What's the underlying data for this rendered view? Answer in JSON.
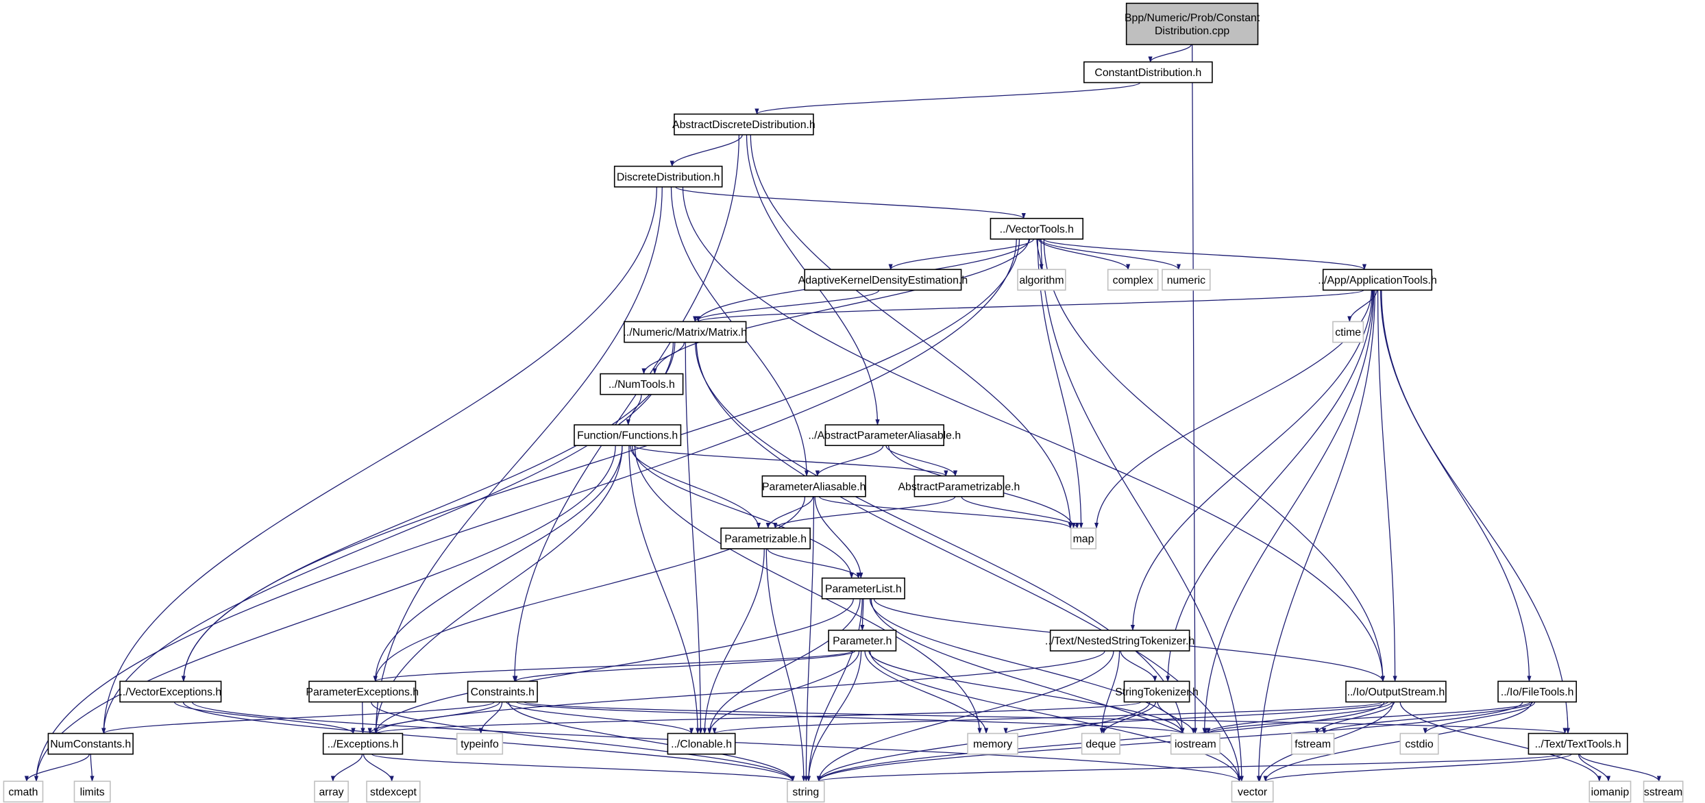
{
  "colors": {
    "edge": "#191970",
    "root_fill": "#bfbfbf",
    "system_border": "#bfbfbf",
    "node_border": "#000000"
  },
  "nodes": [
    {
      "id": "cpp",
      "label": "Bpp/Numeric/Prob/Constant\nDistribution.cpp",
      "kind": "root"
    },
    {
      "id": "constdist",
      "label": "ConstantDistribution.h",
      "kind": "file"
    },
    {
      "id": "absdd",
      "label": "AbstractDiscreteDistribution.h",
      "kind": "file"
    },
    {
      "id": "dd",
      "label": "DiscreteDistribution.h",
      "kind": "file"
    },
    {
      "id": "vectortools",
      "label": "../VectorTools.h",
      "kind": "file"
    },
    {
      "id": "akde",
      "label": "AdaptiveKernelDensityEstimation.h",
      "kind": "file"
    },
    {
      "id": "algorithm",
      "label": "algorithm",
      "kind": "system"
    },
    {
      "id": "complex",
      "label": "complex",
      "kind": "system"
    },
    {
      "id": "numeric",
      "label": "numeric",
      "kind": "system"
    },
    {
      "id": "apptools",
      "label": "../App/ApplicationTools.h",
      "kind": "file"
    },
    {
      "id": "ctime",
      "label": "ctime",
      "kind": "system"
    },
    {
      "id": "matrix",
      "label": "../Numeric/Matrix/Matrix.h",
      "kind": "file"
    },
    {
      "id": "numtools",
      "label": "../NumTools.h",
      "kind": "file"
    },
    {
      "id": "functions",
      "label": "Function/Functions.h",
      "kind": "file"
    },
    {
      "id": "abspa",
      "label": "../AbstractParameterAliasable.h",
      "kind": "file"
    },
    {
      "id": "pa",
      "label": "ParameterAliasable.h",
      "kind": "file"
    },
    {
      "id": "absp",
      "label": "AbstractParametrizable.h",
      "kind": "file"
    },
    {
      "id": "map",
      "label": "map",
      "kind": "system"
    },
    {
      "id": "parametrizable",
      "label": "Parametrizable.h",
      "kind": "file"
    },
    {
      "id": "paramlist",
      "label": "ParameterList.h",
      "kind": "file"
    },
    {
      "id": "parameter",
      "label": "Parameter.h",
      "kind": "file"
    },
    {
      "id": "nst",
      "label": "../Text/NestedStringTokenizer.h",
      "kind": "file"
    },
    {
      "id": "paramexc",
      "label": "ParameterExceptions.h",
      "kind": "file"
    },
    {
      "id": "constraints",
      "label": "Constraints.h",
      "kind": "file"
    },
    {
      "id": "vecexc",
      "label": "../VectorExceptions.h",
      "kind": "file"
    },
    {
      "id": "st",
      "label": "StringTokenizer.h",
      "kind": "file"
    },
    {
      "id": "outstream",
      "label": "../Io/OutputStream.h",
      "kind": "file"
    },
    {
      "id": "filetools",
      "label": "../Io/FileTools.h",
      "kind": "file"
    },
    {
      "id": "numconst",
      "label": "NumConstants.h",
      "kind": "file"
    },
    {
      "id": "exceptions",
      "label": "../Exceptions.h",
      "kind": "file"
    },
    {
      "id": "typeinfo",
      "label": "typeinfo",
      "kind": "system"
    },
    {
      "id": "clonable",
      "label": "../Clonable.h",
      "kind": "file"
    },
    {
      "id": "memory",
      "label": "memory",
      "kind": "system"
    },
    {
      "id": "deque",
      "label": "deque",
      "kind": "system"
    },
    {
      "id": "iostream",
      "label": "iostream",
      "kind": "system"
    },
    {
      "id": "fstream",
      "label": "fstream",
      "kind": "system"
    },
    {
      "id": "cstdio",
      "label": "cstdio",
      "kind": "system"
    },
    {
      "id": "texttools",
      "label": "../Text/TextTools.h",
      "kind": "file"
    },
    {
      "id": "cmath",
      "label": "cmath",
      "kind": "system"
    },
    {
      "id": "limits",
      "label": "limits",
      "kind": "system"
    },
    {
      "id": "array",
      "label": "array",
      "kind": "system"
    },
    {
      "id": "stdexcept",
      "label": "stdexcept",
      "kind": "system"
    },
    {
      "id": "string",
      "label": "string",
      "kind": "system"
    },
    {
      "id": "vector",
      "label": "vector",
      "kind": "system"
    },
    {
      "id": "iomanip",
      "label": "iomanip",
      "kind": "system"
    },
    {
      "id": "sstream",
      "label": "sstream",
      "kind": "system"
    }
  ],
  "edges": [
    [
      "cpp",
      "constdist"
    ],
    [
      "cpp",
      "iostream"
    ],
    [
      "constdist",
      "absdd"
    ],
    [
      "absdd",
      "dd"
    ],
    [
      "absdd",
      "constraints"
    ],
    [
      "absdd",
      "abspa"
    ],
    [
      "absdd",
      "map"
    ],
    [
      "dd",
      "vectortools"
    ],
    [
      "dd",
      "numconst"
    ],
    [
      "dd",
      "exceptions"
    ],
    [
      "dd",
      "pa"
    ],
    [
      "dd",
      "outstream"
    ],
    [
      "vectortools",
      "akde"
    ],
    [
      "vectortools",
      "algorithm"
    ],
    [
      "vectortools",
      "complex"
    ],
    [
      "vectortools",
      "numeric"
    ],
    [
      "vectortools",
      "apptools"
    ],
    [
      "vectortools",
      "matrix"
    ],
    [
      "vectortools",
      "numtools"
    ],
    [
      "vectortools",
      "map"
    ],
    [
      "vectortools",
      "cmath"
    ],
    [
      "vectortools",
      "vecexc"
    ],
    [
      "vectortools",
      "outstream"
    ],
    [
      "vectortools",
      "vector"
    ],
    [
      "akde",
      "matrix"
    ],
    [
      "apptools",
      "matrix"
    ],
    [
      "apptools",
      "ctime"
    ],
    [
      "apptools",
      "map"
    ],
    [
      "apptools",
      "nst"
    ],
    [
      "apptools",
      "st"
    ],
    [
      "apptools",
      "iostream"
    ],
    [
      "apptools",
      "outstream"
    ],
    [
      "apptools",
      "filetools"
    ],
    [
      "apptools",
      "texttools"
    ],
    [
      "apptools",
      "vector"
    ],
    [
      "matrix",
      "numtools"
    ],
    [
      "matrix",
      "numconst"
    ],
    [
      "matrix",
      "vecexc"
    ],
    [
      "matrix",
      "clonable"
    ],
    [
      "matrix",
      "vector"
    ],
    [
      "matrix",
      "iostream"
    ],
    [
      "numtools",
      "functions"
    ],
    [
      "functions",
      "cmath"
    ],
    [
      "functions",
      "exceptions"
    ],
    [
      "functions",
      "paramexc"
    ],
    [
      "functions",
      "clonable"
    ],
    [
      "functions",
      "parametrizable"
    ],
    [
      "functions",
      "paramlist"
    ],
    [
      "functions",
      "absp"
    ],
    [
      "functions",
      "memory"
    ],
    [
      "abspa",
      "pa"
    ],
    [
      "abspa",
      "absp"
    ],
    [
      "abspa",
      "map"
    ],
    [
      "pa",
      "parametrizable"
    ],
    [
      "pa",
      "paramlist"
    ],
    [
      "pa",
      "paramexc"
    ],
    [
      "pa",
      "map"
    ],
    [
      "pa",
      "string"
    ],
    [
      "absp",
      "parametrizable"
    ],
    [
      "absp",
      "map"
    ],
    [
      "parametrizable",
      "paramlist"
    ],
    [
      "parametrizable",
      "clonable"
    ],
    [
      "parametrizable",
      "string"
    ],
    [
      "paramlist",
      "parameter"
    ],
    [
      "paramlist",
      "clonable"
    ],
    [
      "paramlist",
      "string"
    ],
    [
      "paramlist",
      "vector"
    ],
    [
      "paramlist",
      "iostream"
    ],
    [
      "paramlist",
      "outstream"
    ],
    [
      "paramlist",
      "exceptions"
    ],
    [
      "parameter",
      "constraints"
    ],
    [
      "parameter",
      "paramexc"
    ],
    [
      "parameter",
      "clonable"
    ],
    [
      "parameter",
      "string"
    ],
    [
      "parameter",
      "memory"
    ],
    [
      "parameter",
      "vector"
    ],
    [
      "parameter",
      "iostream"
    ],
    [
      "nst",
      "st"
    ],
    [
      "nst",
      "deque"
    ],
    [
      "nst",
      "string"
    ],
    [
      "nst",
      "exceptions"
    ],
    [
      "paramexc",
      "exceptions"
    ],
    [
      "paramexc",
      "string"
    ],
    [
      "constraints",
      "numconst"
    ],
    [
      "constraints",
      "exceptions"
    ],
    [
      "constraints",
      "typeinfo"
    ],
    [
      "constraints",
      "clonable"
    ],
    [
      "constraints",
      "string"
    ],
    [
      "constraints",
      "iostream"
    ],
    [
      "constraints",
      "texttools"
    ],
    [
      "vecexc",
      "exceptions"
    ],
    [
      "vecexc",
      "string"
    ],
    [
      "vecexc",
      "vector"
    ],
    [
      "st",
      "exceptions"
    ],
    [
      "st",
      "deque"
    ],
    [
      "st",
      "iostream"
    ],
    [
      "st",
      "string"
    ],
    [
      "outstream",
      "clonable"
    ],
    [
      "outstream",
      "memory"
    ],
    [
      "outstream",
      "iostream"
    ],
    [
      "outstream",
      "fstream"
    ],
    [
      "outstream",
      "string"
    ],
    [
      "outstream",
      "vector"
    ],
    [
      "outstream",
      "iomanip"
    ],
    [
      "filetools",
      "iostream"
    ],
    [
      "filetools",
      "fstream"
    ],
    [
      "filetools",
      "cstdio"
    ],
    [
      "filetools",
      "string"
    ],
    [
      "filetools",
      "vector"
    ],
    [
      "numconst",
      "cmath"
    ],
    [
      "numconst",
      "limits"
    ],
    [
      "exceptions",
      "array"
    ],
    [
      "exceptions",
      "stdexcept"
    ],
    [
      "exceptions",
      "string"
    ],
    [
      "texttools",
      "string"
    ],
    [
      "texttools",
      "vector"
    ],
    [
      "texttools",
      "iomanip"
    ],
    [
      "texttools",
      "sstream"
    ]
  ]
}
